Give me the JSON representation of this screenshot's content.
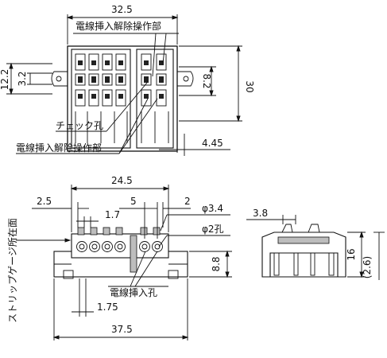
{
  "top_view": {
    "dims": {
      "width": "32.5",
      "height": "30",
      "left_outer": "12.2",
      "left_inner": "3.2",
      "right_inner": "8.2",
      "right_offset": "4.45"
    },
    "labels": {
      "release_top": "電線挿入解除操作部",
      "check_hole": "チェック孔",
      "release_bottom": "電線挿入解除操作部"
    }
  },
  "front_view": {
    "dims": {
      "overall": "37.5",
      "body": "24.5",
      "left_margin": "2.5",
      "pitch": "1.7",
      "gap": "5",
      "right_gap": "2",
      "phi_large": "φ3.4",
      "phi_small": "φ2孔",
      "height": "8.8",
      "bottom_pitch": "1.75"
    },
    "labels": {
      "strip_gauge": "ストリップゲージ所在面",
      "wire_hole": "電線挿入孔"
    }
  },
  "side_view": {
    "dims": {
      "top": "3.8",
      "height": "16",
      "sub_height": "(2.6)"
    }
  }
}
